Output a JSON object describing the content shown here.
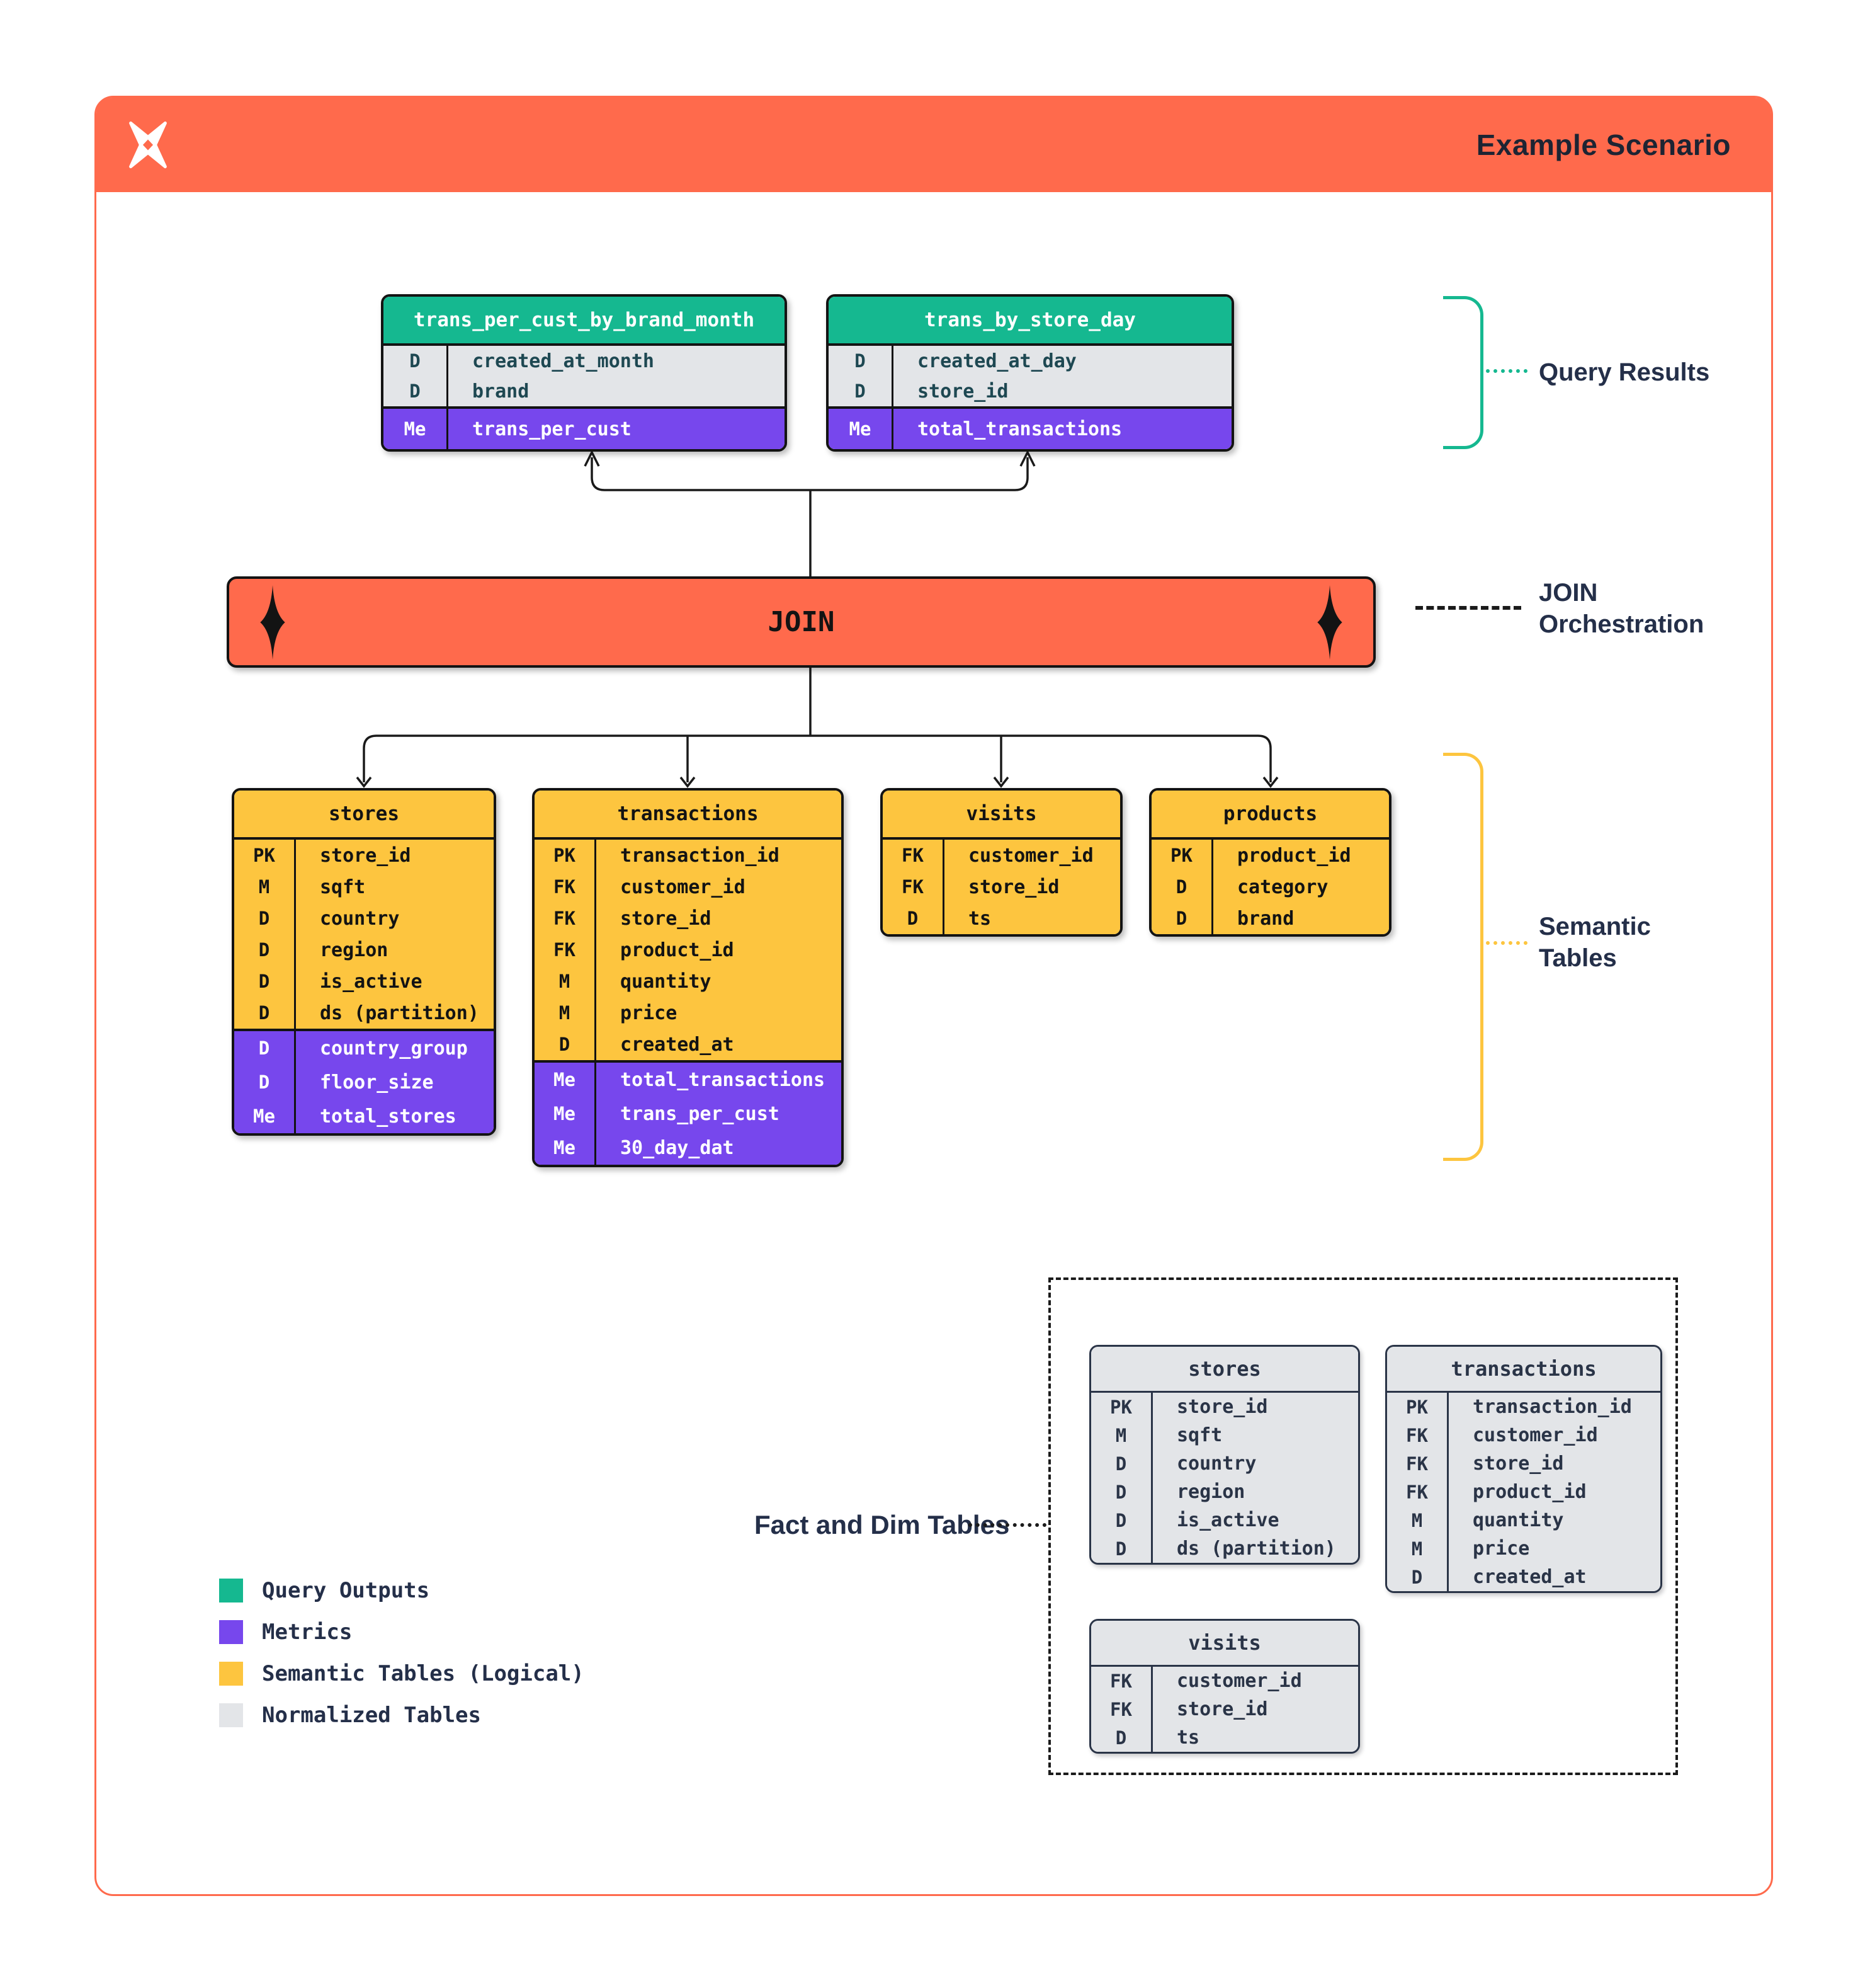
{
  "header": {
    "title": "Example Scenario",
    "logo": "x-sparkle-logo"
  },
  "join": {
    "label": "JOIN"
  },
  "annotations": {
    "query_results": "Query Results",
    "join_orchestration_line1": "JOIN",
    "join_orchestration_line2": "Orchestration",
    "semantic_tables_line1": "Semantic",
    "semantic_tables_line2": "Tables",
    "fact_dim": "Fact and Dim Tables"
  },
  "colors": {
    "orange": "#FF6A4C",
    "green": "#15B890",
    "purple": "#7747ED",
    "yellow": "#FDC53F",
    "gray": "#E3E5E8",
    "ink": "#242F49"
  },
  "tables": {
    "query_results": [
      {
        "name": "trans_per_cust_by_brand_month",
        "rows": [
          {
            "badge": "D",
            "field": "created_at_month",
            "zone": "plain"
          },
          {
            "badge": "D",
            "field": "brand",
            "zone": "plain"
          },
          {
            "badge": "Me",
            "field": "trans_per_cust",
            "zone": "metric"
          }
        ]
      },
      {
        "name": "trans_by_store_day",
        "rows": [
          {
            "badge": "D",
            "field": "created_at_day",
            "zone": "plain"
          },
          {
            "badge": "D",
            "field": "store_id",
            "zone": "plain"
          },
          {
            "badge": "Me",
            "field": "total_transactions",
            "zone": "metric"
          }
        ]
      }
    ],
    "semantic": [
      {
        "name": "stores",
        "rows": [
          {
            "badge": "PK",
            "field": "store_id",
            "zone": "plain"
          },
          {
            "badge": "M",
            "field": "sqft",
            "zone": "plain"
          },
          {
            "badge": "D",
            "field": "country",
            "zone": "plain"
          },
          {
            "badge": "D",
            "field": "region",
            "zone": "plain"
          },
          {
            "badge": "D",
            "field": "is_active",
            "zone": "plain"
          },
          {
            "badge": "D",
            "field": "ds (partition)",
            "zone": "plain"
          },
          {
            "badge": "D",
            "field": "country_group",
            "zone": "metric"
          },
          {
            "badge": "D",
            "field": "floor_size",
            "zone": "metric"
          },
          {
            "badge": "Me",
            "field": "total_stores",
            "zone": "metric"
          }
        ]
      },
      {
        "name": "transactions",
        "rows": [
          {
            "badge": "PK",
            "field": "transaction_id",
            "zone": "plain"
          },
          {
            "badge": "FK",
            "field": "customer_id",
            "zone": "plain"
          },
          {
            "badge": "FK",
            "field": "store_id",
            "zone": "plain"
          },
          {
            "badge": "FK",
            "field": "product_id",
            "zone": "plain"
          },
          {
            "badge": "M",
            "field": "quantity",
            "zone": "plain"
          },
          {
            "badge": "M",
            "field": "price",
            "zone": "plain"
          },
          {
            "badge": "D",
            "field": "created_at",
            "zone": "plain"
          },
          {
            "badge": "Me",
            "field": "total_transactions",
            "zone": "metric"
          },
          {
            "badge": "Me",
            "field": "trans_per_cust",
            "zone": "metric"
          },
          {
            "badge": "Me",
            "field": "30_day_dat",
            "zone": "metric"
          }
        ]
      },
      {
        "name": "visits",
        "rows": [
          {
            "badge": "FK",
            "field": "customer_id",
            "zone": "plain"
          },
          {
            "badge": "FK",
            "field": "store_id",
            "zone": "plain"
          },
          {
            "badge": "D",
            "field": "ts",
            "zone": "plain"
          }
        ]
      },
      {
        "name": "products",
        "rows": [
          {
            "badge": "PK",
            "field": "product_id",
            "zone": "plain"
          },
          {
            "badge": "D",
            "field": "category",
            "zone": "plain"
          },
          {
            "badge": "D",
            "field": "brand",
            "zone": "plain"
          }
        ]
      }
    ],
    "normalized": [
      {
        "name": "stores",
        "rows": [
          {
            "badge": "PK",
            "field": "store_id",
            "zone": "plain"
          },
          {
            "badge": "M",
            "field": "sqft",
            "zone": "plain"
          },
          {
            "badge": "D",
            "field": "country",
            "zone": "plain"
          },
          {
            "badge": "D",
            "field": "region",
            "zone": "plain"
          },
          {
            "badge": "D",
            "field": "is_active",
            "zone": "plain"
          },
          {
            "badge": "D",
            "field": "ds (partition)",
            "zone": "plain"
          }
        ]
      },
      {
        "name": "transactions",
        "rows": [
          {
            "badge": "PK",
            "field": "transaction_id",
            "zone": "plain"
          },
          {
            "badge": "FK",
            "field": "customer_id",
            "zone": "plain"
          },
          {
            "badge": "FK",
            "field": "store_id",
            "zone": "plain"
          },
          {
            "badge": "FK",
            "field": "product_id",
            "zone": "plain"
          },
          {
            "badge": "M",
            "field": "quantity",
            "zone": "plain"
          },
          {
            "badge": "M",
            "field": "price",
            "zone": "plain"
          },
          {
            "badge": "D",
            "field": "created_at",
            "zone": "plain"
          }
        ]
      },
      {
        "name": "visits",
        "rows": [
          {
            "badge": "FK",
            "field": "customer_id",
            "zone": "plain"
          },
          {
            "badge": "FK",
            "field": "store_id",
            "zone": "plain"
          },
          {
            "badge": "D",
            "field": "ts",
            "zone": "plain"
          }
        ]
      }
    ]
  },
  "legend": [
    {
      "label": "Query Outputs",
      "color": "#15B890"
    },
    {
      "label": "Metrics",
      "color": "#7747ED"
    },
    {
      "label": "Semantic Tables (Logical)",
      "color": "#FDC53F"
    },
    {
      "label": "Normalized Tables",
      "color": "#E3E5E8"
    }
  ]
}
